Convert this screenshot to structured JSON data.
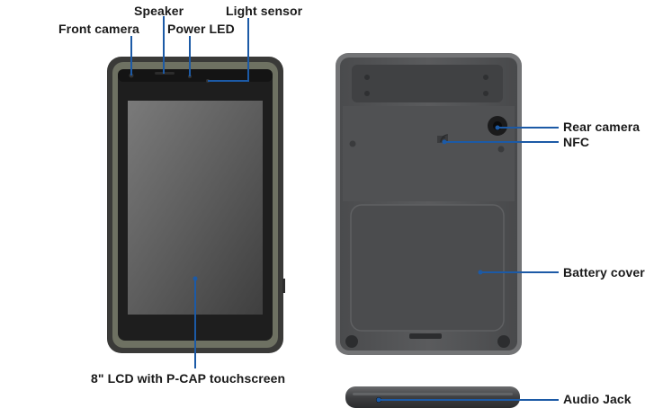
{
  "accent_color": "#1c5aa6",
  "front_view": {
    "labels": {
      "front_camera": "Front camera",
      "speaker": "Speaker",
      "power_led": "Power LED",
      "light_sensor": "Light sensor",
      "lcd": "8\" LCD with P-CAP touchscreen"
    }
  },
  "rear_view": {
    "labels": {
      "rear_camera": "Rear camera",
      "nfc": "NFC",
      "battery_cover": "Battery cover"
    },
    "nfc_icon": "wifi-wave-icon"
  },
  "side_view": {
    "labels": {
      "audio_jack": "Audio Jack"
    }
  }
}
